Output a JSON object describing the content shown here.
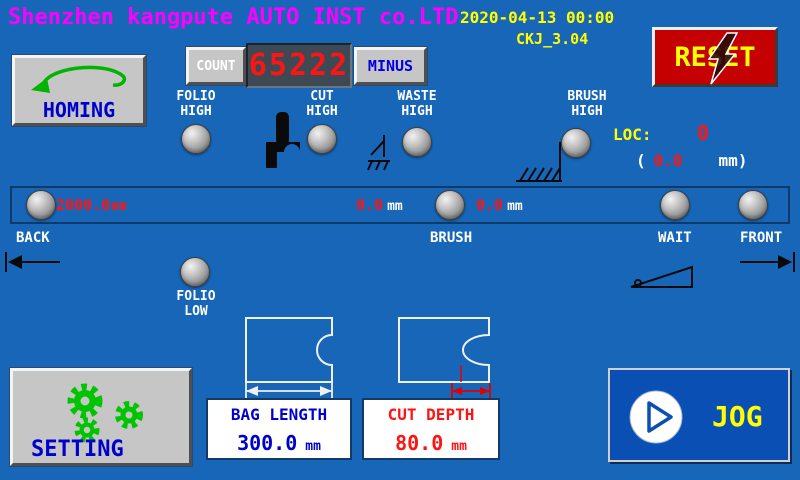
{
  "header": {
    "company": "Shenzhen kangpute AUTO INST co.LTD",
    "datetime": "2020-04-13  00:00",
    "version": "CKJ_3.04"
  },
  "reset": {
    "label": "RESET"
  },
  "homing": {
    "label": "HOMING"
  },
  "counter": {
    "label": "COUNT",
    "value": "65222",
    "minus_label": "MINUS"
  },
  "sensors": {
    "folio_high": "FOLIO\nHIGH",
    "cut_high": "CUT\nHIGH",
    "waste_high": "WASTE\nHIGH",
    "brush_high": "BRUSH\nHIGH",
    "folio_low": "FOLIO\nLOW"
  },
  "loc": {
    "label": "LOC:",
    "value": "0",
    "offset_open": "(",
    "offset_value": "0.0",
    "offset_unit": "mm)"
  },
  "track": {
    "position_value": "2000.0",
    "position_unit": "mm",
    "brush_value": "0.0",
    "brush_unit": "mm",
    "wait_value": "0.0",
    "wait_unit": "mm",
    "back_label": "BACK",
    "brush_label": "BRUSH",
    "wait_label": "WAIT",
    "front_label": "FRONT"
  },
  "bag_length": {
    "title": "BAG LENGTH",
    "value": "300.0",
    "unit": "mm"
  },
  "cut_depth": {
    "title": "CUT DEPTH",
    "value": "80.0",
    "unit": "mm"
  },
  "setting": {
    "label": "SETTING"
  },
  "jog": {
    "label": "JOG"
  },
  "icons": {
    "homing_arrow": "curved-return-arrow",
    "reset_bolt": "lightning-bolt",
    "cutter": "cutter-tool",
    "waste": "waste-scraper",
    "brush": "brush-hatch",
    "pedal": "wedge-pedal",
    "gears": "three-gears",
    "play": "play-circle"
  },
  "colors": {
    "background": "#1766b8",
    "title": "#ff00ff",
    "accent_yellow": "#ffff00",
    "accent_red": "#ff1414",
    "accent_blue": "#0000cc",
    "accent_green": "#00c400",
    "reset_bg": "#c40000",
    "jog_bg": "#0a4fb4",
    "lamp_off": "#8e8e8e"
  }
}
